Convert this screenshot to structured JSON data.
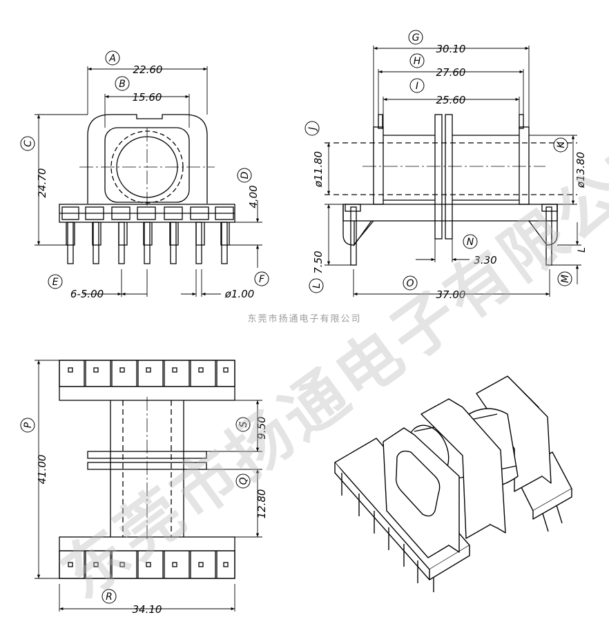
{
  "subtitle": "东莞市扬通电子有限公司",
  "watermark": "东莞市扬通电子有限公司",
  "top_left": {
    "A": {
      "letter": "A",
      "value": "22.60"
    },
    "B": {
      "letter": "B",
      "value": "15.60"
    },
    "C": {
      "letter": "C",
      "value": "24.70"
    },
    "D": {
      "letter": "D",
      "value": "4.00"
    },
    "E": {
      "letter": "E",
      "value": "6-5.00"
    },
    "F": {
      "letter": "F",
      "value": "ø1.00"
    }
  },
  "top_right": {
    "G": {
      "letter": "G",
      "value": "30.10"
    },
    "H": {
      "letter": "H",
      "value": "27.60"
    },
    "I": {
      "letter": "I",
      "value": "25.60"
    },
    "J": {
      "letter": "J",
      "value": "ø11.80"
    },
    "K": {
      "letter": "K",
      "value": "ø13.80"
    },
    "N": {
      "letter": "N",
      "value": "3.30"
    },
    "L": {
      "letter": "L",
      "value": "7.50"
    },
    "L_side": "L",
    "M": {
      "letter": "M"
    },
    "O": {
      "letter": "O",
      "value": "37.00"
    }
  },
  "bottom_left": {
    "P": {
      "letter": "P",
      "value": "41.00"
    },
    "S": {
      "letter": "S",
      "value": "9.50"
    },
    "Q": {
      "letter": "Q",
      "value": "12.80"
    },
    "R": {
      "letter": "R",
      "value": "34.10"
    }
  }
}
